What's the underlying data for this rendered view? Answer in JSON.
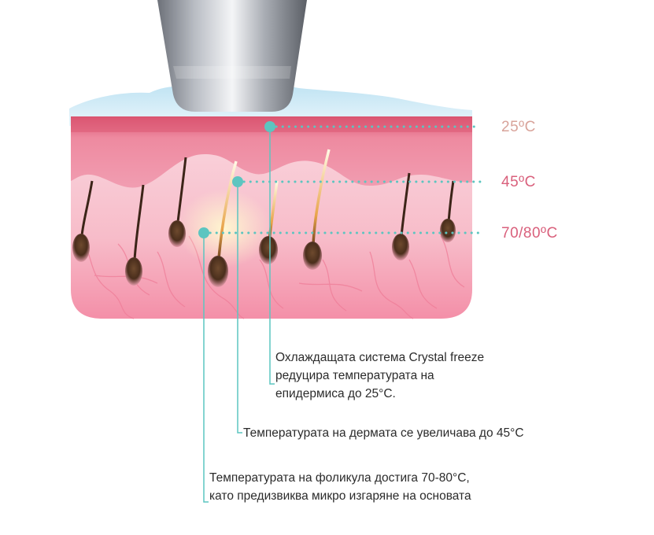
{
  "temperatures": {
    "epidermis": "25ºC",
    "dermis": "45ºC",
    "follicle": "70/80ºC"
  },
  "captions": {
    "epidermis": [
      "Охлаждащата система Crystal freeze",
      "редуцира температурата на",
      "епидермиса до 25°С."
    ],
    "dermis": [
      "Температурата на дермата се увеличава до 45°С"
    ],
    "follicle": [
      "Температурата на фоликула достига 70-80°С,",
      "като предизвиква микро изгаряне на основата"
    ]
  },
  "colors": {
    "leader": "#5cc5c0",
    "temp_epidermis": "#d8a39a",
    "temp_dermis": "#d9607c",
    "temp_follicle": "#d9607c"
  }
}
